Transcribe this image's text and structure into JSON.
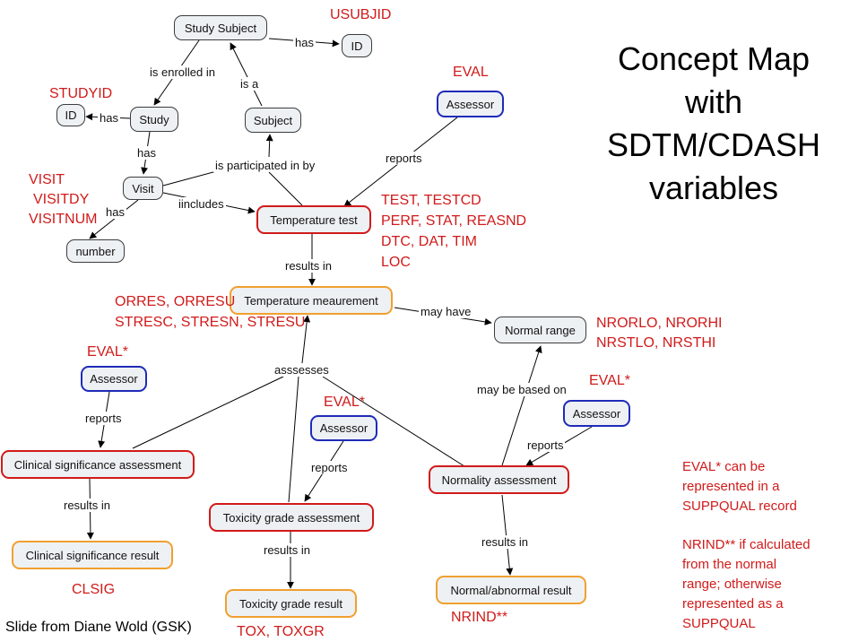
{
  "title": [
    "Concept Map",
    "with",
    "SDTM/CDASH",
    "variables"
  ],
  "credit": "Slide from Diane Wold (GSK)",
  "colors": {
    "variable_text": "#d11a1a",
    "default_border": "#3c3c3c",
    "assessor_border": "#1f2bb8",
    "activity_border": "#d11a1a",
    "result_border": "#f0a030",
    "node_fill": "#eef1f3"
  },
  "nodes": {
    "study_subject": "Study Subject",
    "id_top": "ID",
    "study": "Study",
    "id_left": "ID",
    "subject": "Subject",
    "visit": "Visit",
    "number": "number",
    "assessor_top": "Assessor",
    "temperature_test": "Temperature test",
    "temperature_measurement": "Temperature meaurement",
    "normal_range": "Normal range",
    "assessor_left": "Assessor",
    "assessor_mid": "Assessor",
    "assessor_right": "Assessor",
    "clinical_significance_assessment": "Clinical significance assessment",
    "normality_assessment": "Normality assessment",
    "toxicity_grade_assessment": "Toxicity grade assessment",
    "clinical_significance_result": "Clinical significance result",
    "toxicity_grade_result": "Toxicity grade result",
    "normal_abnormal_result": "Normal/abnormal result"
  },
  "links": {
    "has_id_top": "has",
    "is_enrolled_in": "is enrolled in",
    "is_a": "is a",
    "has_id_left": "has",
    "has_visit": "has",
    "is_participated_in_by": "is participated in by",
    "reports_top": "reports",
    "has_number": "has",
    "iincludes": "iincludes",
    "results_in_measurement": "results in",
    "may_have": "may have",
    "asssesses": "asssesses",
    "may_be_based_on": "may be based on",
    "reports_left": "reports",
    "reports_mid": "reports",
    "reports_right": "reports",
    "results_in_clinical": "results in",
    "results_in_toxicity": "results in",
    "results_in_normal": "results in"
  },
  "variables": {
    "usubjid": "USUBJID",
    "eval_top": "EVAL",
    "studyid": "STUDYID",
    "visit_vars": [
      "VISIT",
      "VISITDY",
      "VISITNUM"
    ],
    "test_vars": [
      "TEST, TESTCD",
      "PERF, STAT, REASND",
      "DTC, DAT, TIM",
      "LOC"
    ],
    "result_vars": [
      "ORRES, ORRESU",
      "STRESC, STRESN, STRESU"
    ],
    "range_vars": [
      "NRORLO, NRORHI",
      "NRSTLO, NRSTHI"
    ],
    "eval_left": "EVAL*",
    "eval_mid": "EVAL*",
    "eval_right": "EVAL*",
    "clsig": "CLSIG",
    "tox": "TOX, TOXGR",
    "nrind": "NRIND**"
  },
  "notes": {
    "eval_note": [
      "EVAL* can be",
      "represented in a",
      "SUPPQUAL record"
    ],
    "nrind_note": [
      "NRIND** if calculated",
      "from  the normal",
      "range; otherwise",
      "represented as a",
      "SUPPQUAL"
    ]
  }
}
